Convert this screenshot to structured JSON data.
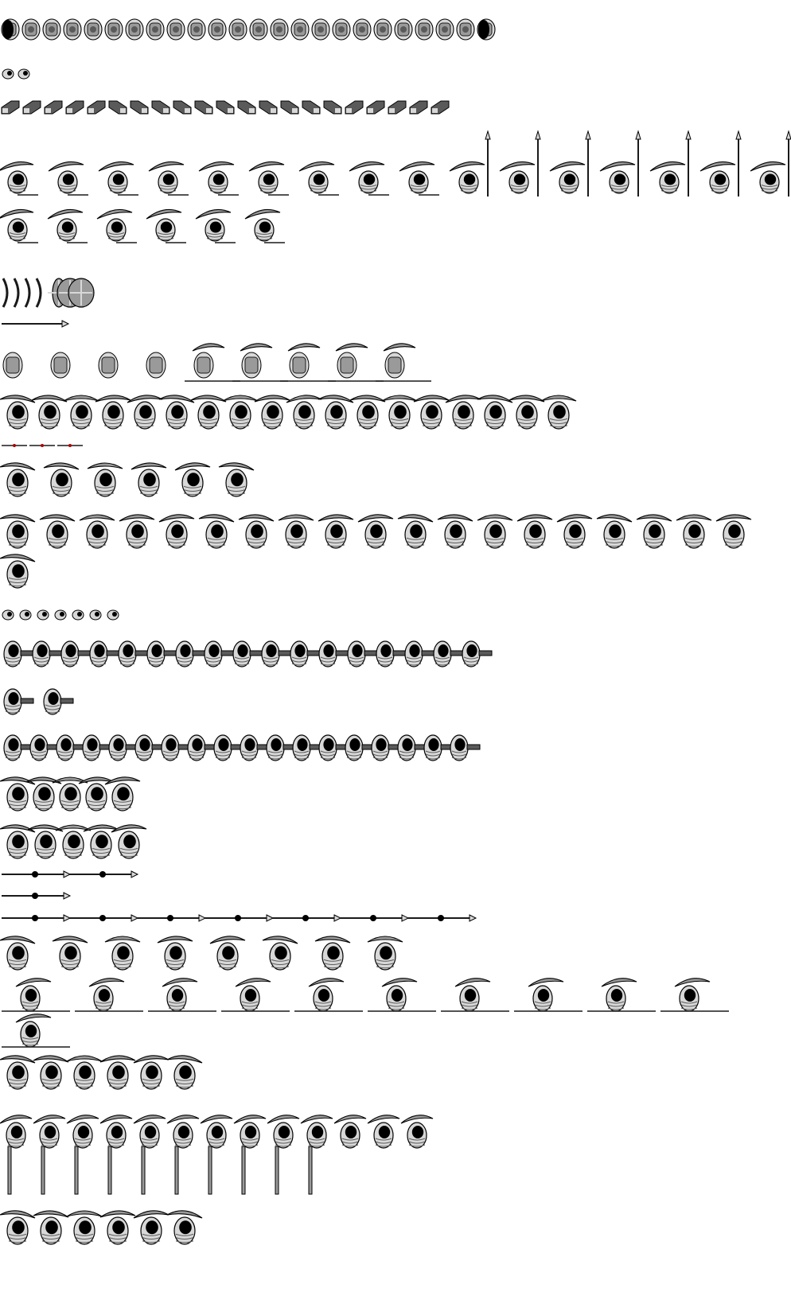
{
  "sheet": {
    "background": "#ffffff",
    "palette": {
      "ink": "#000000",
      "dark": "#1a1a1a",
      "mid": "#5a5a5a",
      "light": "#9a9a9a",
      "pale": "#d8d8d8",
      "accent_red": "#b00000"
    },
    "rows": [
      {
        "name": "crawl-row",
        "frames": 24,
        "kind": "round"
      },
      {
        "name": "small-row",
        "frames": 2,
        "kind": "mini"
      },
      {
        "name": "tile-row",
        "frames": 21,
        "kind": "tile"
      },
      {
        "name": "spear-raise-row",
        "frames": 16,
        "kind": "hooded-spear"
      },
      {
        "name": "spear-throw-row",
        "frames": 6,
        "kind": "hooded-spear"
      },
      {
        "name": "shield-row",
        "frames": 7,
        "kind": "shield"
      },
      {
        "name": "spear-item-row",
        "frames": 1,
        "kind": "spear"
      },
      {
        "name": "front-spear-row",
        "frames": 9,
        "kind": "round-spear"
      },
      {
        "name": "idle-row",
        "frames": 18,
        "kind": "hooded"
      },
      {
        "name": "dart-row",
        "frames": 3,
        "kind": "dart"
      },
      {
        "name": "turn-row",
        "frames": 6,
        "kind": "hooded"
      },
      {
        "name": "dash-row",
        "frames": 19,
        "kind": "hooded"
      },
      {
        "name": "claw-row",
        "frames": 1,
        "kind": "hooded"
      },
      {
        "name": "mini-icons-row",
        "frames": 7,
        "kind": "mini"
      },
      {
        "name": "gun-row",
        "frames": 17,
        "kind": "gun"
      },
      {
        "name": "gun-short-row",
        "frames": 2,
        "kind": "gun"
      },
      {
        "name": "gun-fire-row",
        "frames": 18,
        "kind": "gun"
      },
      {
        "name": "lean-row",
        "frames": 5,
        "kind": "hooded"
      },
      {
        "name": "lean-back-row",
        "frames": 5,
        "kind": "hooded"
      },
      {
        "name": "staff-row",
        "frames": 2,
        "kind": "staff"
      },
      {
        "name": "staff-single-row",
        "frames": 1,
        "kind": "staff"
      },
      {
        "name": "staff-long-row",
        "frames": 7,
        "kind": "staff"
      },
      {
        "name": "sweep-row",
        "frames": 8,
        "kind": "hooded"
      },
      {
        "name": "lance-row",
        "frames": 10,
        "kind": "hooded-lance"
      },
      {
        "name": "lance-end-row",
        "frames": 1,
        "kind": "hooded-lance"
      },
      {
        "name": "hood-row",
        "frames": 6,
        "kind": "hooded"
      },
      {
        "name": "sword-row",
        "frames": 13,
        "kind": "hooded-sword"
      },
      {
        "name": "hood-final-row",
        "frames": 6,
        "kind": "hooded"
      }
    ]
  }
}
